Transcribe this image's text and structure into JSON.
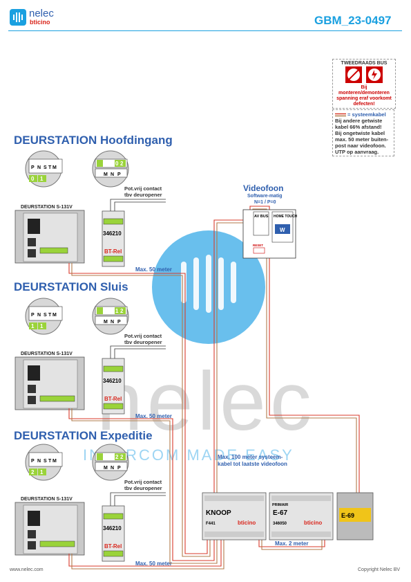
{
  "header": {
    "brand_name": "nelec",
    "brand_sub": "bticino",
    "doc_code": "GBM_23-0497"
  },
  "colors": {
    "brand_blue": "#2f5fae",
    "doc_code_blue": "#1aa0e0",
    "watermark_blue": "#4fb4ea",
    "terminal_green": "#9ad33a",
    "cable_red": "#d83a2a",
    "cable_brown": "#b27a4a",
    "warning_red": "#cc0000"
  },
  "info_box_bus": {
    "heading": "TWEEDRAADS BUS",
    "warning": "Bij monteren/demonteren spanning eraf voorkomt defecten!"
  },
  "info_box_cable": {
    "legend": "= systeemkabel",
    "note1": "Bij andere getwiste kabel 66% afstand!",
    "note2": "Bij ongetwiste kabel max. 50 meter buiten-post naar videofoon. UTP op aanvraag."
  },
  "stations": [
    {
      "title": "DEURSTATION Hoofdingang",
      "model_label": "DEURSTATION S-131V",
      "address_digits": [
        "0",
        "1"
      ],
      "relay_digits": [
        "0",
        "2"
      ],
      "contact_label_1": "Pot.vrij contact",
      "contact_label_2": "tbv deuropener",
      "distance": "Max. 50 meter",
      "relay_code": "346210",
      "relay_name": "BT-Rel"
    },
    {
      "title": "DEURSTATION Sluis",
      "model_label": "DEURSTATION S-131V",
      "address_digits": [
        "1",
        "1"
      ],
      "relay_digits": [
        "1",
        "2"
      ],
      "contact_label_1": "Pot.vrij contact",
      "contact_label_2": "tbv deuropener",
      "distance": "Max. 50 meter",
      "relay_code": "346210",
      "relay_name": "BT-Rel"
    },
    {
      "title": "DEURSTATION Expeditie",
      "model_label": "DEURSTATION S-131V",
      "address_digits": [
        "2",
        "1"
      ],
      "relay_digits": [
        "2",
        "2"
      ],
      "contact_label_1": "Pot.vrij contact",
      "contact_label_2": "tbv deuropener",
      "distance": "Max. 50 meter",
      "relay_code": "346210",
      "relay_name": "BT-Rel"
    }
  ],
  "jumper_labels": {
    "p": "P",
    "n": "N",
    "s": "S",
    "t": "T",
    "m": "M",
    "relay_m": "M",
    "relay_n": "N",
    "relay_p": "P"
  },
  "videofoon": {
    "title": "Videofoon",
    "subtitle_1": "Software-matig",
    "subtitle_2": "N=1 / P=0",
    "bus_label": "AV BUS",
    "device_label": "HOME TOUCH",
    "device_icon": "W",
    "reset_label": "RESET"
  },
  "system_note": "Max. 100 meter systeem-kabel tot laatste videofoon",
  "knoop": {
    "label": "KNOOP",
    "code": "F441",
    "brand": "bticino"
  },
  "e67": {
    "label": "E-67",
    "code": "346050",
    "brand": "bticino",
    "primair": "PRIMAIR"
  },
  "e69": {
    "label": "E-69"
  },
  "distance_e67": "Max. 2 meter",
  "footer": {
    "website": "www.nelec.com",
    "copyright": "Copyright Nelec BV"
  },
  "watermark": {
    "word": "nelec",
    "tagline": "INTERCOM MADE EASY"
  }
}
